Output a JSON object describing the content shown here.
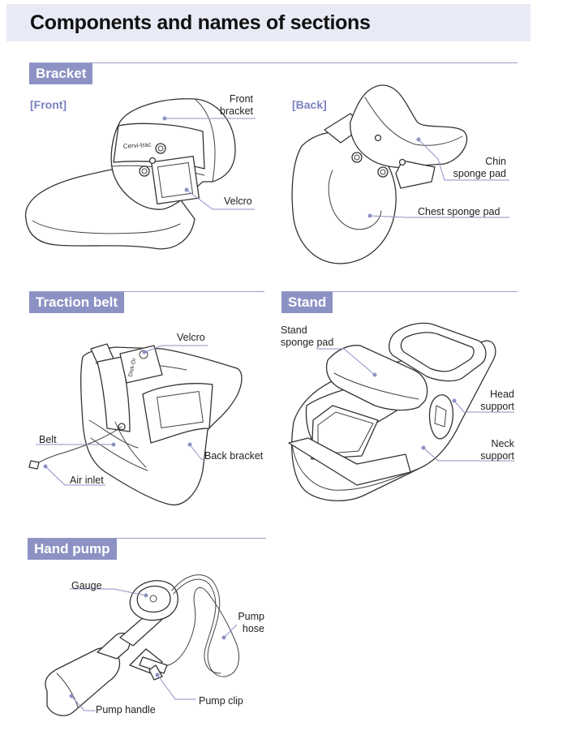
{
  "page": {
    "title": "Components and names of sections"
  },
  "sections": {
    "bracket": {
      "label": "Bracket",
      "front_label": "[Front]",
      "back_label": "[Back]",
      "front_parts": {
        "front_bracket": "Front\nbracket",
        "velcro": "Velcro",
        "logo_text": "Cervi-trac"
      },
      "back_parts": {
        "chin_sponge_pad": "Chin\nsponge pad",
        "chest_sponge_pad": "Chest sponge pad"
      }
    },
    "traction_belt": {
      "label": "Traction belt",
      "parts": {
        "velcro": "Velcro",
        "belt": "Belt",
        "back_bracket": "Back bracket",
        "air_inlet": "Air inlet",
        "logo_text": "Disk-Dr"
      }
    },
    "stand": {
      "label": "Stand",
      "parts": {
        "stand_sponge_pad": "Stand\nsponge pad",
        "head_support": "Head\nsupport",
        "neck_support": "Neck\nsupport"
      }
    },
    "hand_pump": {
      "label": "Hand pump",
      "parts": {
        "gauge": "Gauge",
        "pump_hose": "Pump\nhose",
        "pump_clip": "Pump clip",
        "pump_handle": "Pump handle"
      }
    }
  },
  "colors": {
    "accent": "#8d92c4",
    "subtitle": "#7b80bf",
    "title_bg": "#e8eaf6"
  }
}
